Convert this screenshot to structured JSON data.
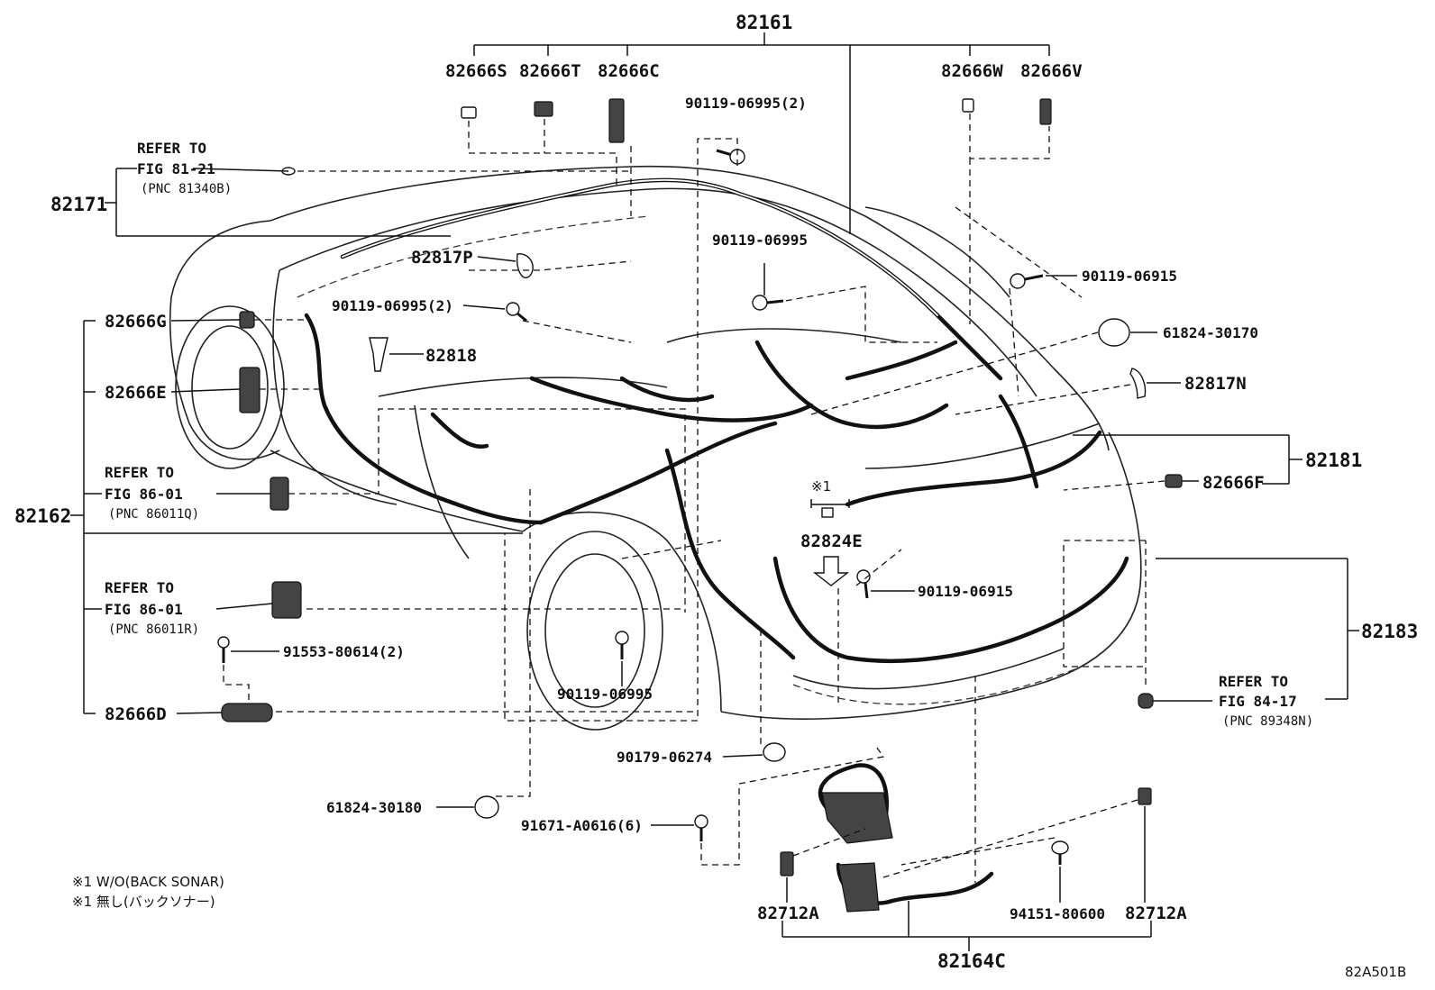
{
  "labels": {
    "p82161": "82161",
    "p82666S": "82666S",
    "p82666T": "82666T",
    "p82666C": "82666C",
    "p82666W": "82666W",
    "p82666V": "82666V",
    "p90119_06995_2_top": "90119-06995(2)",
    "refer1": "REFER TO",
    "fig1": "FIG 81-21",
    "pnc1": "(PNC 81340B)",
    "p82171": "82171",
    "p82817P": "82817P",
    "p90119_06995_mid": "90119-06995",
    "p90119_06915_top": "90119-06915",
    "p90119_06995_2_mid": "90119-06995(2)",
    "p82666G": "82666G",
    "p82818": "82818",
    "p61824_30170": "61824-30170",
    "p82666E": "82666E",
    "p82817N": "82817N",
    "p82181": "82181",
    "refer2": "REFER TO",
    "fig2": "FIG 86-01",
    "pnc2": "(PNC 86011Q)",
    "note1_mark": "※1",
    "p82666F": "82666F",
    "p82162": "82162",
    "p82824E": "82824E",
    "p90119_06915_mid": "90119-06915",
    "refer3": "REFER TO",
    "fig3": "FIG 86-01",
    "pnc3": "(PNC 86011R)",
    "p82183": "82183",
    "p91553_80614": "91553-80614(2)",
    "p90119_06995_low": "90119-06995",
    "refer4": "REFER TO",
    "fig4": "FIG 84-17",
    "pnc4": "(PNC 89348N)",
    "p82666D": "82666D",
    "p90179_06274": "90179-06274",
    "p61824_30180": "61824-30180",
    "p91671_A0616": "91671-A0616(6)",
    "note_en": "※1 W/O(BACK SONAR)",
    "note_jp": "※1 無し(バックソナー)",
    "p82712A_left": "82712A",
    "p94151_80600": "94151-80600",
    "p82712A_right": "82712A",
    "p82164C": "82164C",
    "fig_code": "82A501B"
  }
}
